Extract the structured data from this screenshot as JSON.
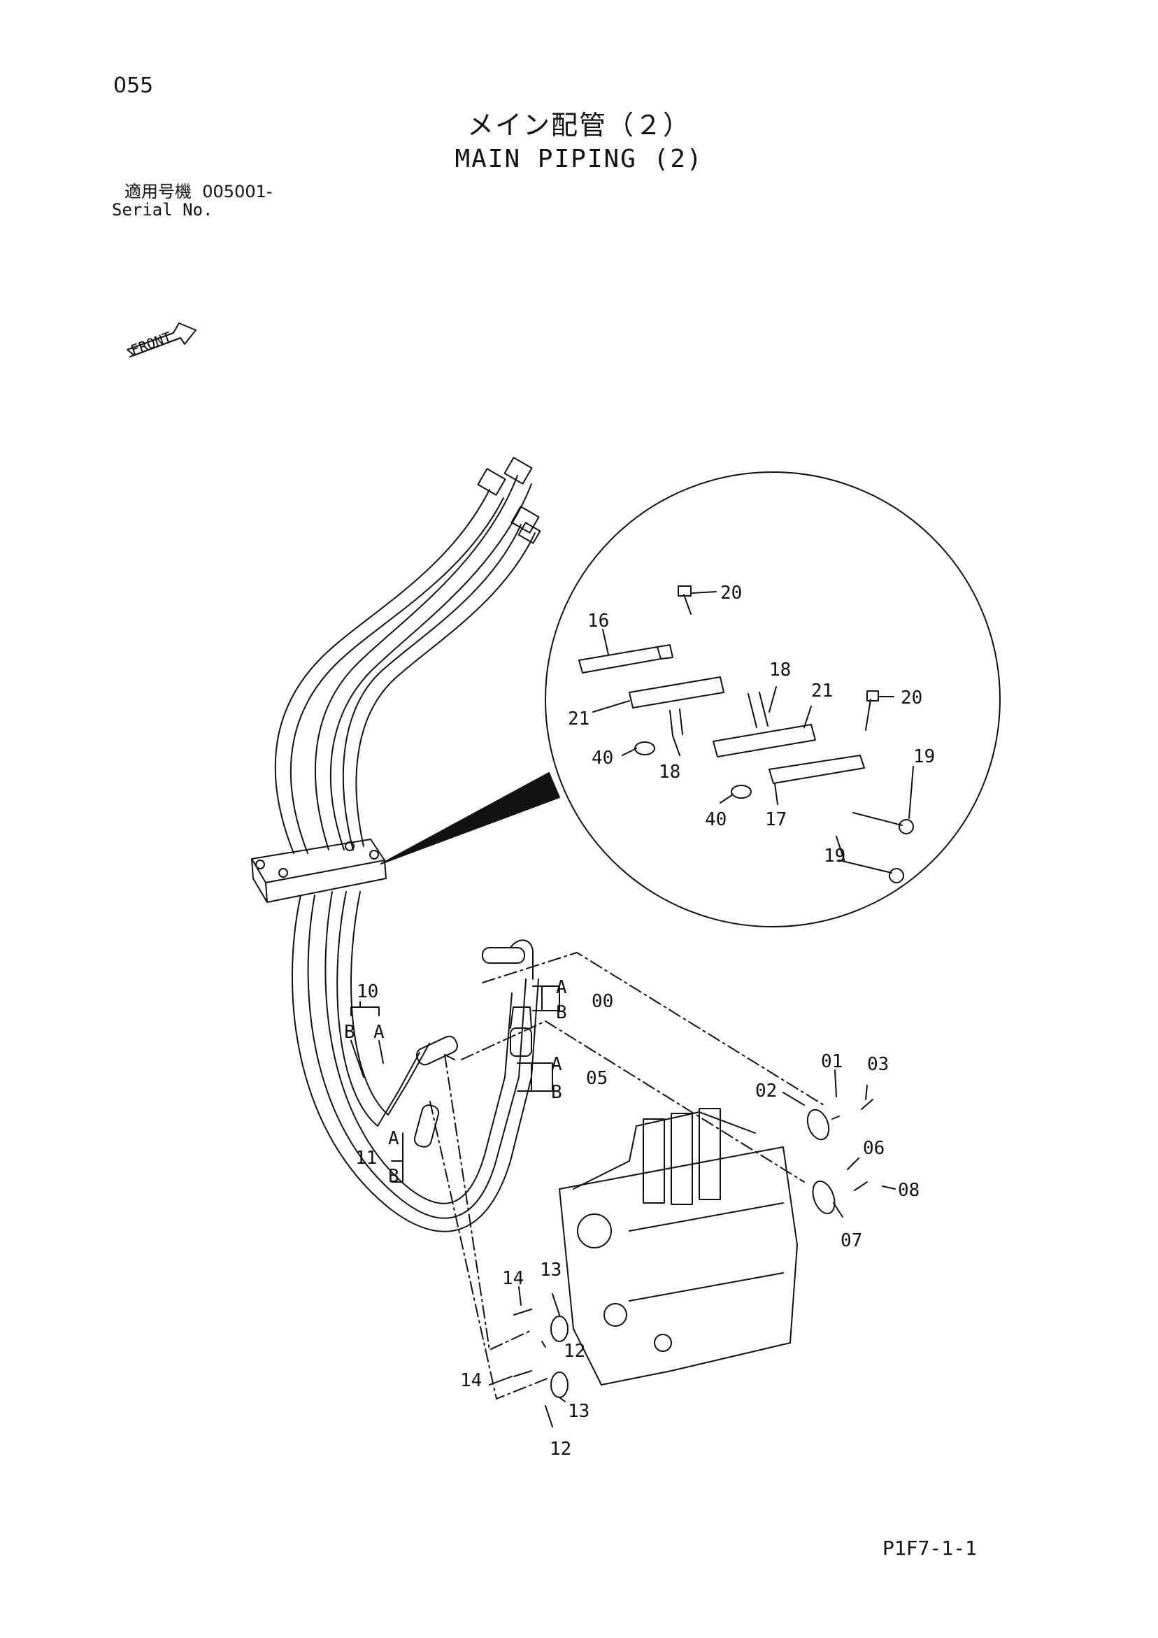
{
  "page": {
    "number": "055",
    "title_jp": "メイン配管（２）",
    "title_en": "MAIN PIPING (2)",
    "serial_jp": "適用号機  005001-",
    "serial_en": "Serial No.",
    "code": "P1F7-1-1"
  },
  "front_label": "FRONT",
  "callouts": {
    "detail": {
      "c20a": "20",
      "c16": "16",
      "c18a": "18",
      "c21a": "21",
      "c21b": "21",
      "c20b": "20",
      "c40a": "40",
      "c18b": "18",
      "c19a": "19",
      "c40b": "40",
      "c17": "17",
      "c19b": "19"
    },
    "main": {
      "c10": "10",
      "c10b": "B",
      "c10a": "A",
      "c00a": "A",
      "c00b": "B",
      "c00": "00",
      "c05a": "A",
      "c05b": "B",
      "c05": "05",
      "c11": "11",
      "c11a": "A",
      "c11b": "B",
      "c01": "01",
      "c03": "03",
      "c02": "02",
      "c06": "06",
      "c08": "08",
      "c07": "07",
      "c14a": "14",
      "c13a": "13",
      "c12a": "12",
      "c14b": "14",
      "c13b": "13",
      "c12b": "12"
    }
  }
}
